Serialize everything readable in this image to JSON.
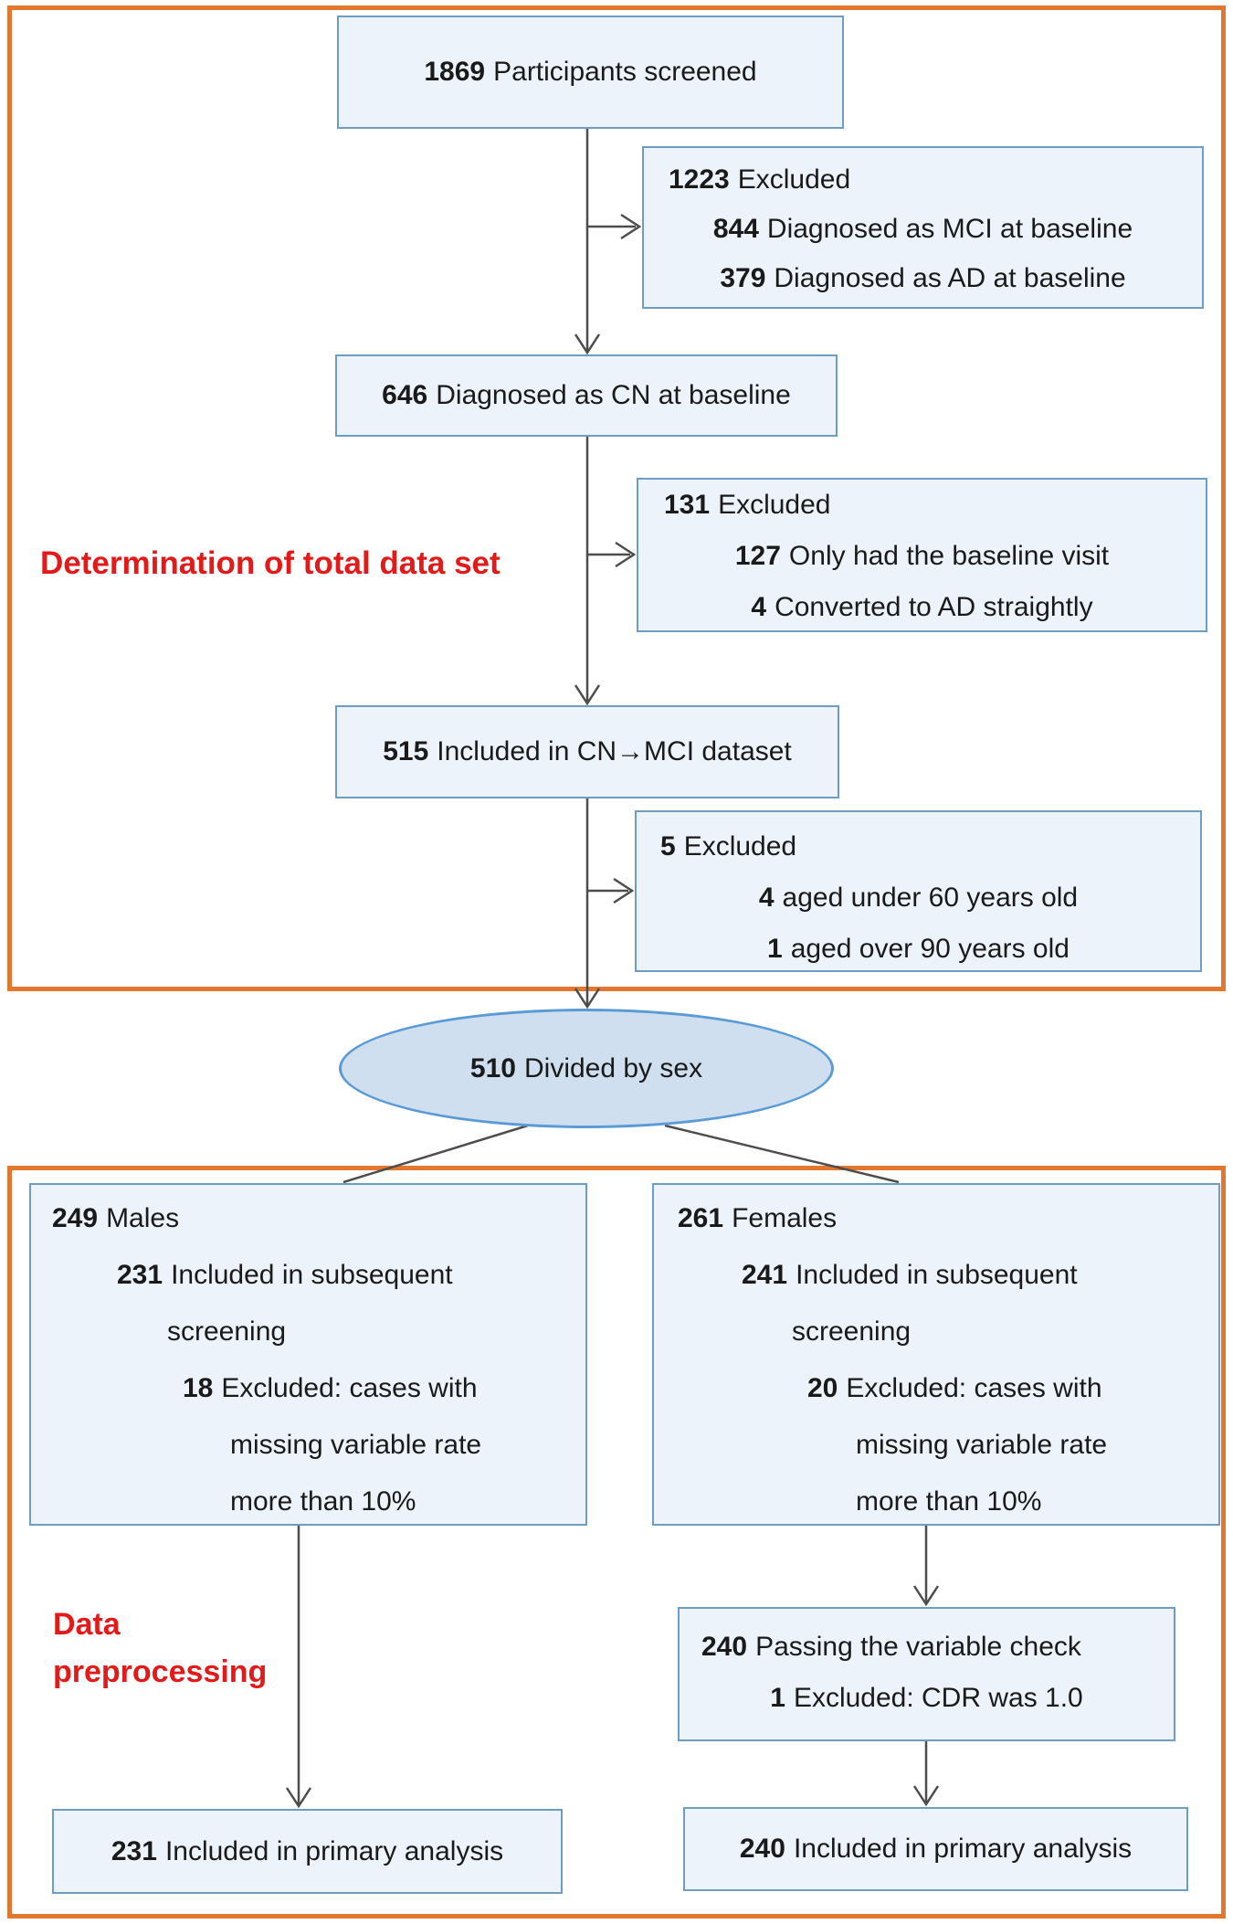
{
  "labels": {
    "determination": "Determination of total data set",
    "preprocessing_line1": "Data",
    "preprocessing_line2": "preprocessing"
  },
  "colors": {
    "frame_orange": "#E2772F",
    "box_fill": "#EDF3FA",
    "box_border": "#6D9DC5",
    "ellipse_fill": "#CFDFEF",
    "ellipse_border": "#5B9BD5",
    "heading_red": "#E21A1A",
    "connector_gray": "#4D4D4D",
    "text": "#1A1A1A"
  },
  "nodes": {
    "screened": {
      "num": "1869",
      "text": "Participants screened"
    },
    "excluded_baseline": {
      "lines": [
        {
          "num": "1223",
          "text": "Excluded"
        },
        {
          "num": "844",
          "text": "Diagnosed as MCI at baseline"
        },
        {
          "num": "379",
          "text": "Diagnosed as AD at baseline"
        }
      ]
    },
    "cn_baseline": {
      "num": "646",
      "text": "Diagnosed as CN at baseline"
    },
    "excluded_visits": {
      "lines": [
        {
          "num": "131",
          "text": "Excluded"
        },
        {
          "num": "127",
          "text": "Only had the baseline visit"
        },
        {
          "num": "4",
          "text": "Converted to AD straightly"
        }
      ]
    },
    "dataset": {
      "num": "515",
      "text": "Included in CN→MCI dataset"
    },
    "excluded_age": {
      "lines": [
        {
          "num": "5",
          "text": "Excluded"
        },
        {
          "num": "4",
          "text": "aged under 60 years old"
        },
        {
          "num": "1",
          "text": "aged over 90 years old"
        }
      ]
    },
    "divided": {
      "num": "510",
      "text": "Divided by sex"
    },
    "males": {
      "lines": [
        {
          "num": "249",
          "text": "Males"
        },
        {
          "num": "231",
          "text": "Included in subsequent"
        },
        {
          "num": "",
          "text": "screening"
        },
        {
          "num": "18",
          "text": "Excluded: cases with"
        },
        {
          "num": "",
          "text": "missing variable rate"
        },
        {
          "num": "",
          "text": "more than 10%"
        }
      ]
    },
    "females": {
      "lines": [
        {
          "num": "261",
          "text": "Females"
        },
        {
          "num": "241",
          "text": "Included in subsequent"
        },
        {
          "num": "",
          "text": "screening"
        },
        {
          "num": "20",
          "text": "Excluded: cases with"
        },
        {
          "num": "",
          "text": "missing variable rate"
        },
        {
          "num": "",
          "text": "more than 10%"
        }
      ]
    },
    "passing": {
      "lines": [
        {
          "num": "240",
          "text": "Passing the variable check"
        },
        {
          "num": "1",
          "text": "Excluded: CDR was 1.0"
        }
      ]
    },
    "primary_male": {
      "num": "231",
      "text": "Included in primary analysis"
    },
    "primary_female": {
      "num": "240",
      "text": "Included in primary analysis"
    }
  }
}
